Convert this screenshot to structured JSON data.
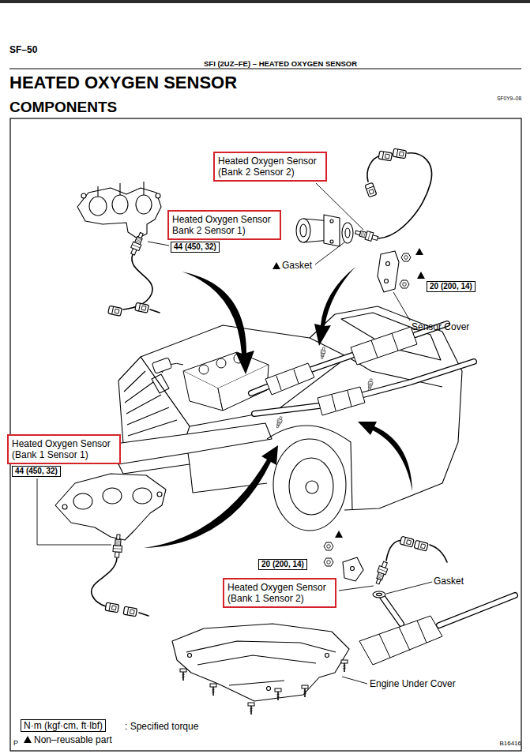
{
  "diagram": {
    "title": "HEATED OXYGEN SENSOR",
    "nodes": [
      {
        "text": [
          "Heated Oxygen Sensor (Bank 2 Sensor 2)"
        ]
      },
      {
        "text": [
          "Heated Oxygen Sensor Bank 2 Sensor 1)"
        ]
      },
      {
        "text": [
          "44 (450, 32)"
        ]
      },
      {
        "text": [
          "20 (200, 14)"
        ]
      },
      {
        "text": [
          "Heated Oxygen Sensor (Bank 1 Sensor 1)"
        ]
      },
      {
        "text": [
          "44 (450, 32)"
        ]
      },
      {
        "text": [
          "20 (200, 14)"
        ]
      },
      {
        "text": [
          "Heated Oxygen Sensor (Bank 1 Sensor 2)"
        ]
      }
    ],
    "labels": [
      "SF–50",
      "SFI (2UZ–FE) – HEATED OXYGEN SENSOR",
      "SF0Y9–08",
      "COMPONENTS",
      "Gasket",
      "Sensor Cover",
      "Gasket",
      "Engine Under Cover",
      "N·m (kgf·cm, ft·lbf)",
      "P",
      "B16416"
    ],
    "legend": [
      {
        "text": ": Specified torque"
      },
      {
        "text": "Non–reusable part"
      }
    ]
  }
}
